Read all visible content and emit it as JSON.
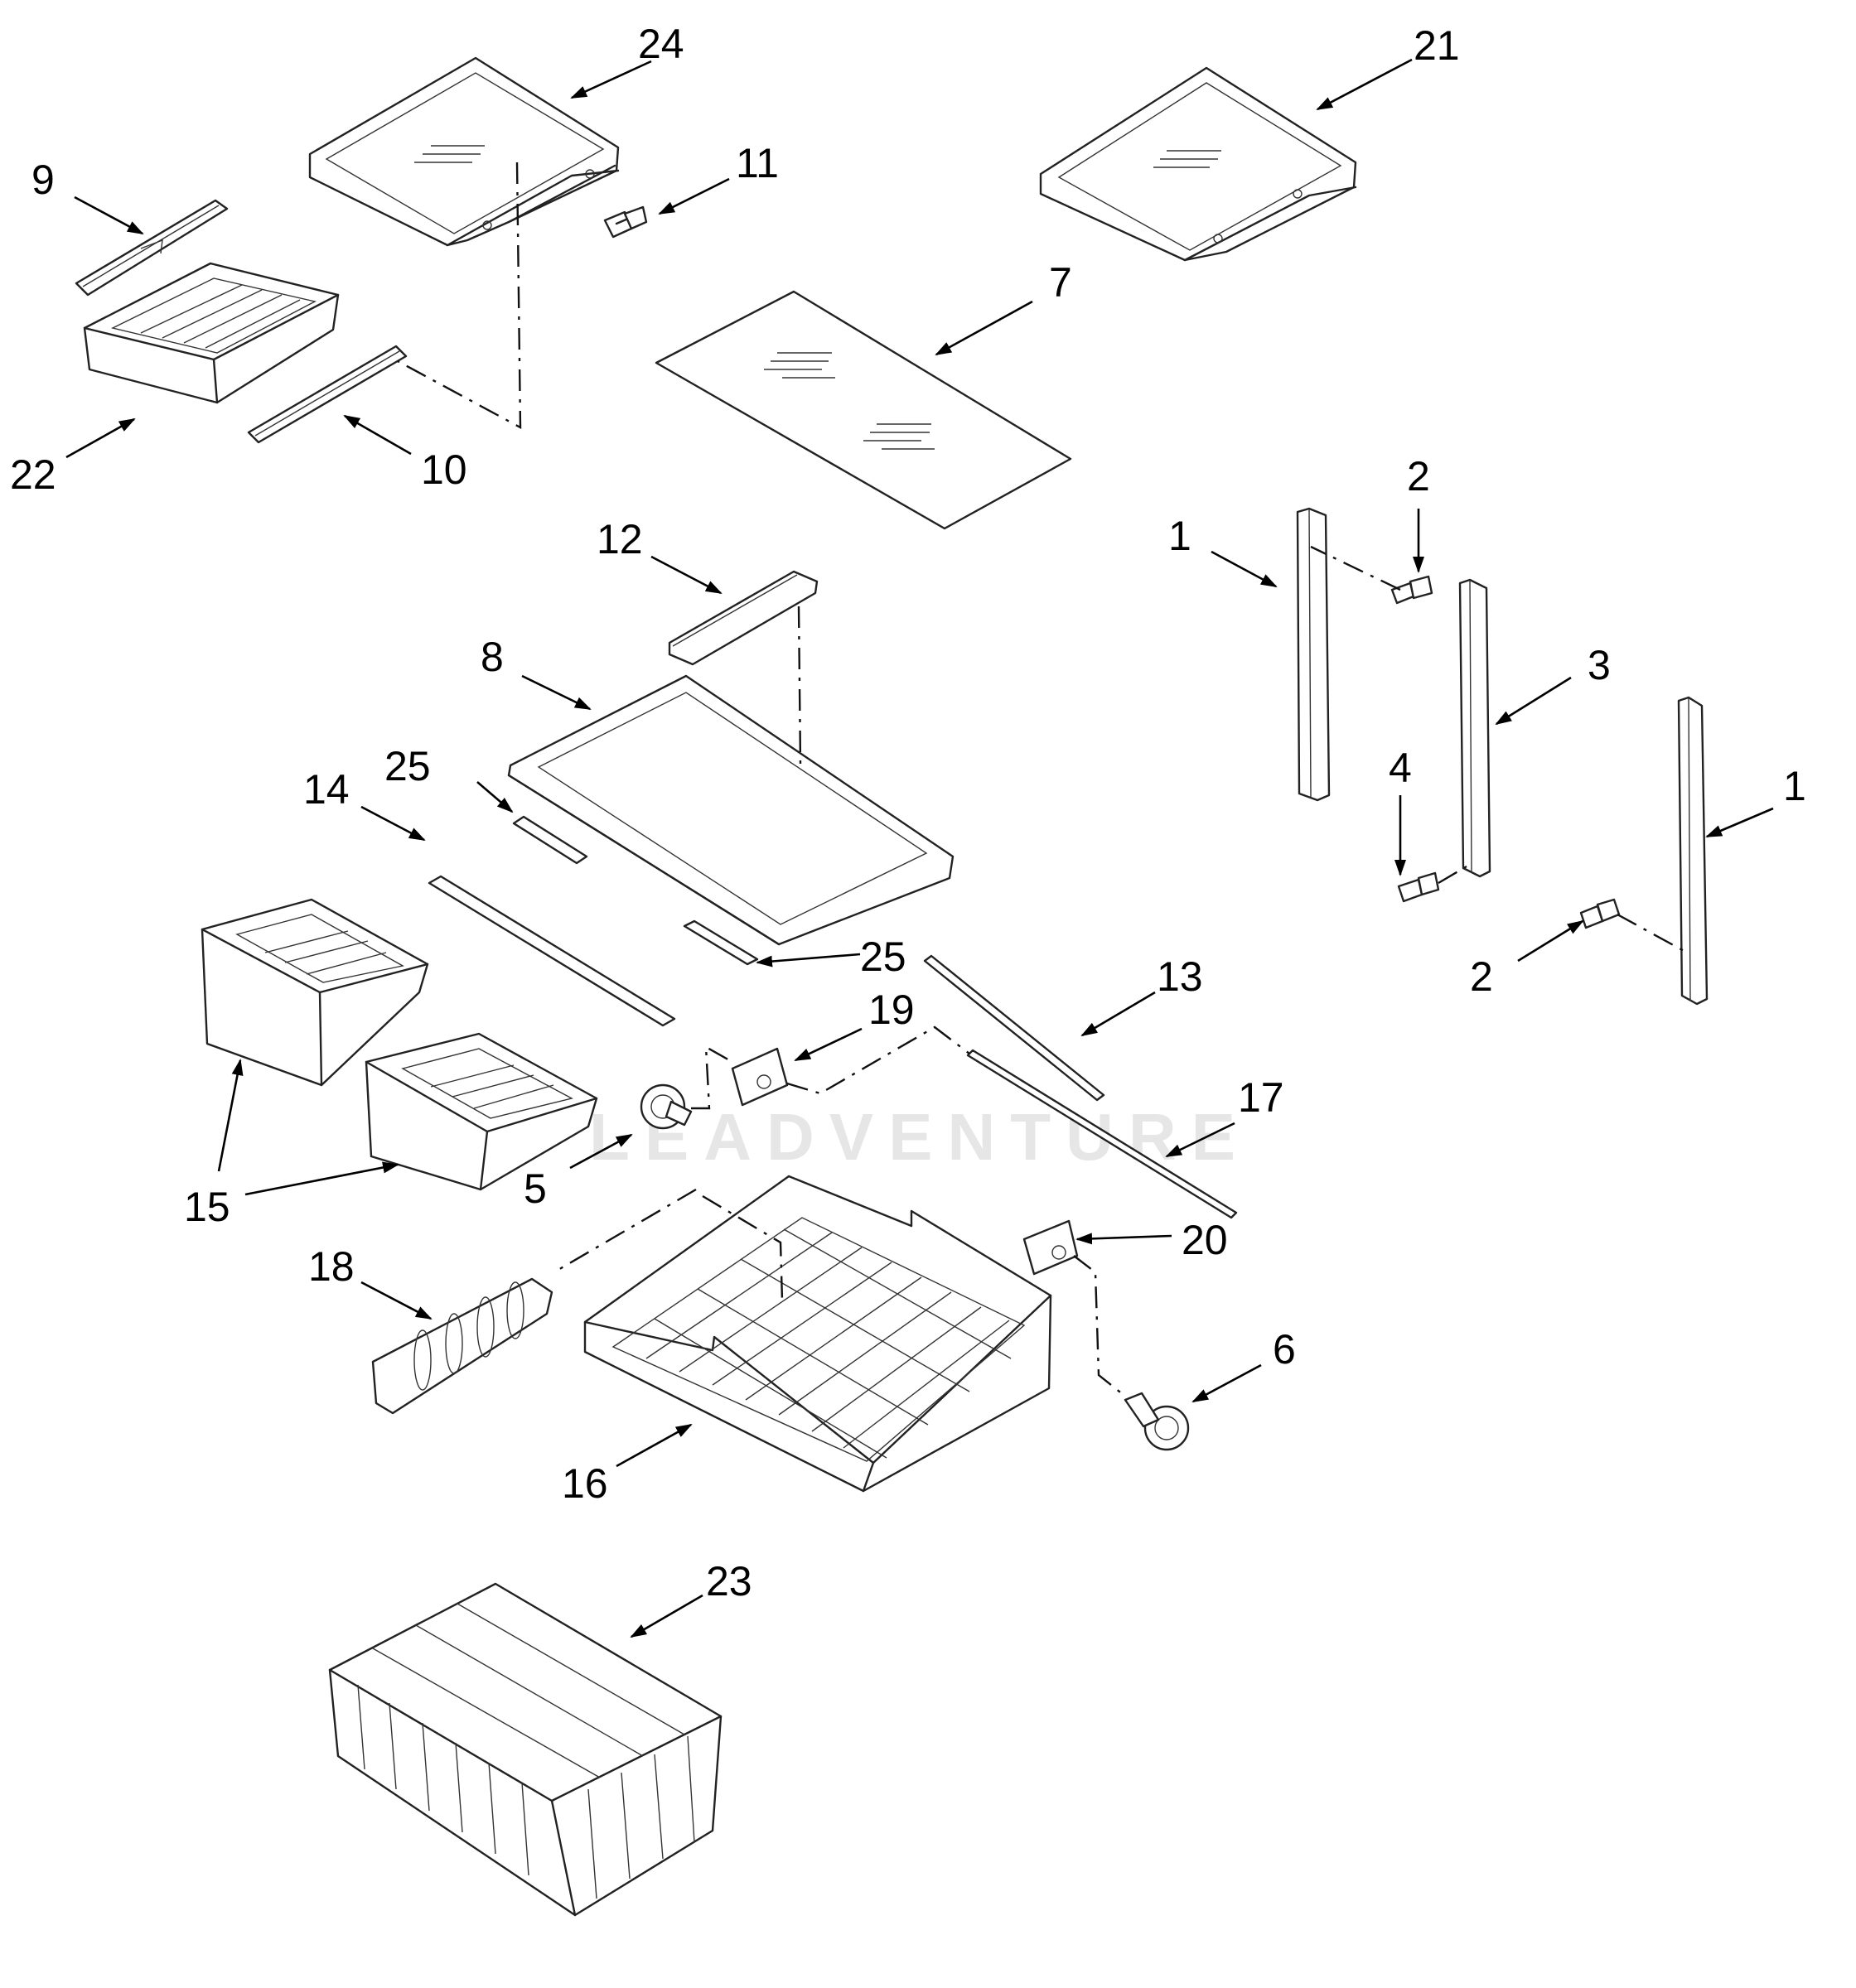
{
  "diagram": {
    "watermark": "LEADVENTURE",
    "callouts": [
      {
        "id": "c24",
        "label": "24"
      },
      {
        "id": "c21",
        "label": "21"
      },
      {
        "id": "c9",
        "label": "9"
      },
      {
        "id": "c11",
        "label": "11"
      },
      {
        "id": "c7",
        "label": "7"
      },
      {
        "id": "c22",
        "label": "22"
      },
      {
        "id": "c10",
        "label": "10"
      },
      {
        "id": "c2a",
        "label": "2"
      },
      {
        "id": "c1a",
        "label": "1"
      },
      {
        "id": "c12",
        "label": "12"
      },
      {
        "id": "c8",
        "label": "8"
      },
      {
        "id": "c3",
        "label": "3"
      },
      {
        "id": "c25a",
        "label": "25"
      },
      {
        "id": "c14",
        "label": "14"
      },
      {
        "id": "c4",
        "label": "4"
      },
      {
        "id": "c1b",
        "label": "1"
      },
      {
        "id": "c25b",
        "label": "25"
      },
      {
        "id": "c2b",
        "label": "2"
      },
      {
        "id": "c13",
        "label": "13"
      },
      {
        "id": "c19",
        "label": "19"
      },
      {
        "id": "c17",
        "label": "17"
      },
      {
        "id": "c15",
        "label": "15"
      },
      {
        "id": "c5",
        "label": "5"
      },
      {
        "id": "c20",
        "label": "20"
      },
      {
        "id": "c18",
        "label": "18"
      },
      {
        "id": "c6",
        "label": "6"
      },
      {
        "id": "c16",
        "label": "16"
      },
      {
        "id": "c23",
        "label": "23"
      }
    ]
  }
}
